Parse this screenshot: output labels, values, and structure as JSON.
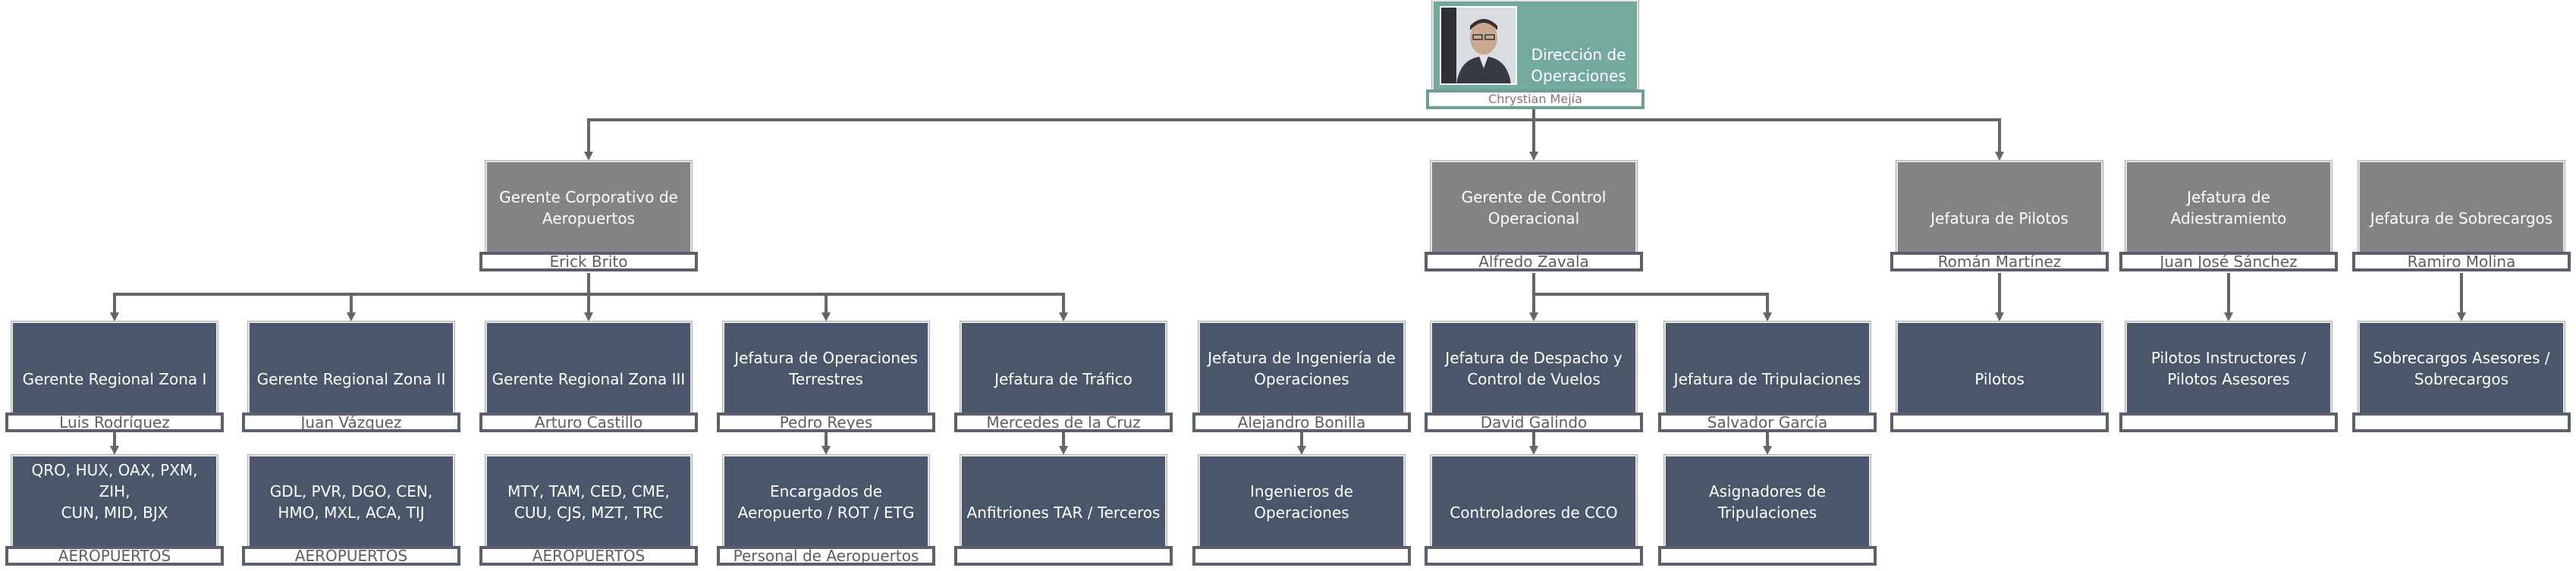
{
  "colors": {
    "grey_box": "#838383",
    "slate_box": "#4a576a",
    "teal_box": "#74a99e",
    "connector": "#666666"
  },
  "root": {
    "title": "Dirección de\nOperaciones",
    "name": "Chrystian Mejía",
    "icon": "person-photo-icon"
  },
  "level1": [
    {
      "title": "Gerente Corporativo de\nAeropuertos",
      "name": "Erick Brito"
    },
    {
      "title": "Gerente de Control\nOperacional",
      "name": "Alfredo Zavala"
    },
    {
      "title": "Jefatura de Pilotos",
      "name": "Román Martínez"
    },
    {
      "title": "Jefatura de Adiestramiento",
      "name": "Juan José Sánchez"
    },
    {
      "title": "Jefatura de Sobrecargos",
      "name": "Ramiro Molina"
    }
  ],
  "level2": [
    {
      "title": "Gerente Regional Zona I",
      "name": "Luis Rodríguez"
    },
    {
      "title": "Gerente Regional Zona II",
      "name": "Juan Vázquez"
    },
    {
      "title": "Gerente Regional Zona III",
      "name": "Arturo Castillo"
    },
    {
      "title": "Jefatura de Operaciones\nTerrestres",
      "name": "Pedro Reyes"
    },
    {
      "title": "Jefatura de Tráfico",
      "name": "Mercedes de la Cruz"
    },
    {
      "title": "Jefatura de Ingeniería de\nOperaciones",
      "name": "Alejandro Bonilla"
    },
    {
      "title": "Jefatura de Despacho y\nControl de Vuelos",
      "name": "David Galindo"
    },
    {
      "title": "Jefatura de Tripulaciones",
      "name": "Salvador García"
    },
    {
      "title": "Pilotos",
      "name": ""
    },
    {
      "title": "Pilotos Instructores /\nPilotos Asesores",
      "name": ""
    },
    {
      "title": "Sobrecargos Asesores /\nSobrecargos",
      "name": ""
    }
  ],
  "level3": [
    {
      "title": "QRO, HUX, OAX, PXM, ZIH,\nCUN, MID, BJX",
      "name": "AEROPUERTOS"
    },
    {
      "title": "GDL, PVR, DGO, CEN,\nHMO, MXL, ACA, TIJ",
      "name": "AEROPUERTOS"
    },
    {
      "title": "MTY, TAM, CED, CME,\nCUU, CJS, MZT, TRC",
      "name": "AEROPUERTOS"
    },
    {
      "title": "Encargados de\nAeropuerto / ROT / ETG",
      "name": "Personal de Aeropuertos"
    },
    {
      "title": "Anfitriones TAR / Terceros",
      "name": ""
    },
    {
      "title": "Ingenieros de Operaciones",
      "name": ""
    },
    {
      "title": "Controladores de CCO",
      "name": ""
    },
    {
      "title": "Asignadores de\nTripulaciones",
      "name": ""
    }
  ]
}
